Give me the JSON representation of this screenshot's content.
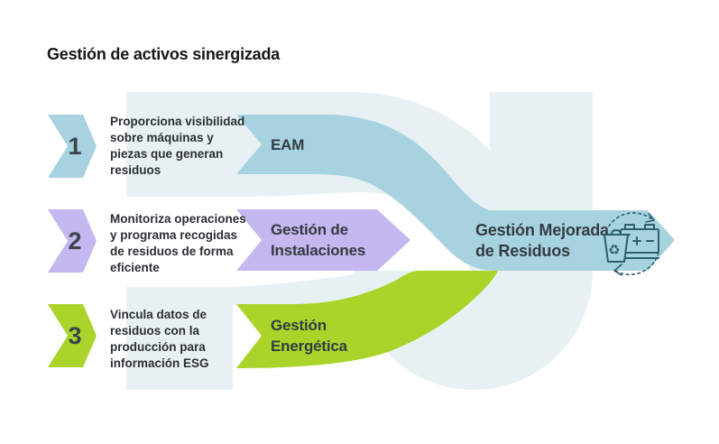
{
  "title": "Gestión de activos sinergizada",
  "steps": [
    {
      "number": "1",
      "text_lines": [
        "Proporciona visibilidad",
        "sobre máquinas y",
        "piezas que generan",
        "residuos"
      ],
      "band_label_lines": [
        "EAM"
      ]
    },
    {
      "number": "2",
      "text_lines": [
        "Monitoriza operaciones",
        "y programa recogidas",
        "de residuos de forma",
        "eficiente"
      ],
      "band_label_lines": [
        "Gestión de",
        "Instalaciones"
      ]
    },
    {
      "number": "3",
      "text_lines": [
        "Vincula datos de",
        "residuos con la",
        "producción para",
        "información ESG"
      ],
      "band_label_lines": [
        "Gestión",
        "Energética"
      ]
    }
  ],
  "output": {
    "label_lines": [
      "Gestión Mejorada",
      "de Residuos"
    ],
    "icon": "battery-recycling-icon"
  },
  "colors": {
    "step1_blue": "#a7d2e0",
    "step2_purple": "#c5b7ef",
    "step3_green": "#aad42a",
    "background_flow": "#e7f1f4",
    "icon_stroke": "#2b5f6b",
    "text_dark": "#2b2e33"
  }
}
